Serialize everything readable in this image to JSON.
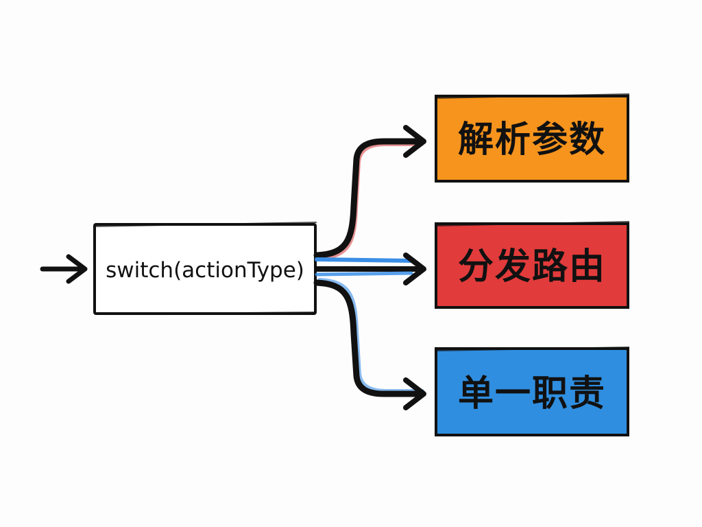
{
  "source": {
    "label": "switch(actionType)"
  },
  "targets": [
    {
      "label": "解析参数",
      "color": "#F7941D"
    },
    {
      "label": "分发路由",
      "color": "#E23B3B"
    },
    {
      "label": "单一职责",
      "color": "#2F8EE0"
    }
  ],
  "colors": {
    "stroke": "#111111",
    "source_fill": "#ffffff",
    "accent_blue": "#3a8ee6",
    "accent_red": "#d84a4a"
  }
}
